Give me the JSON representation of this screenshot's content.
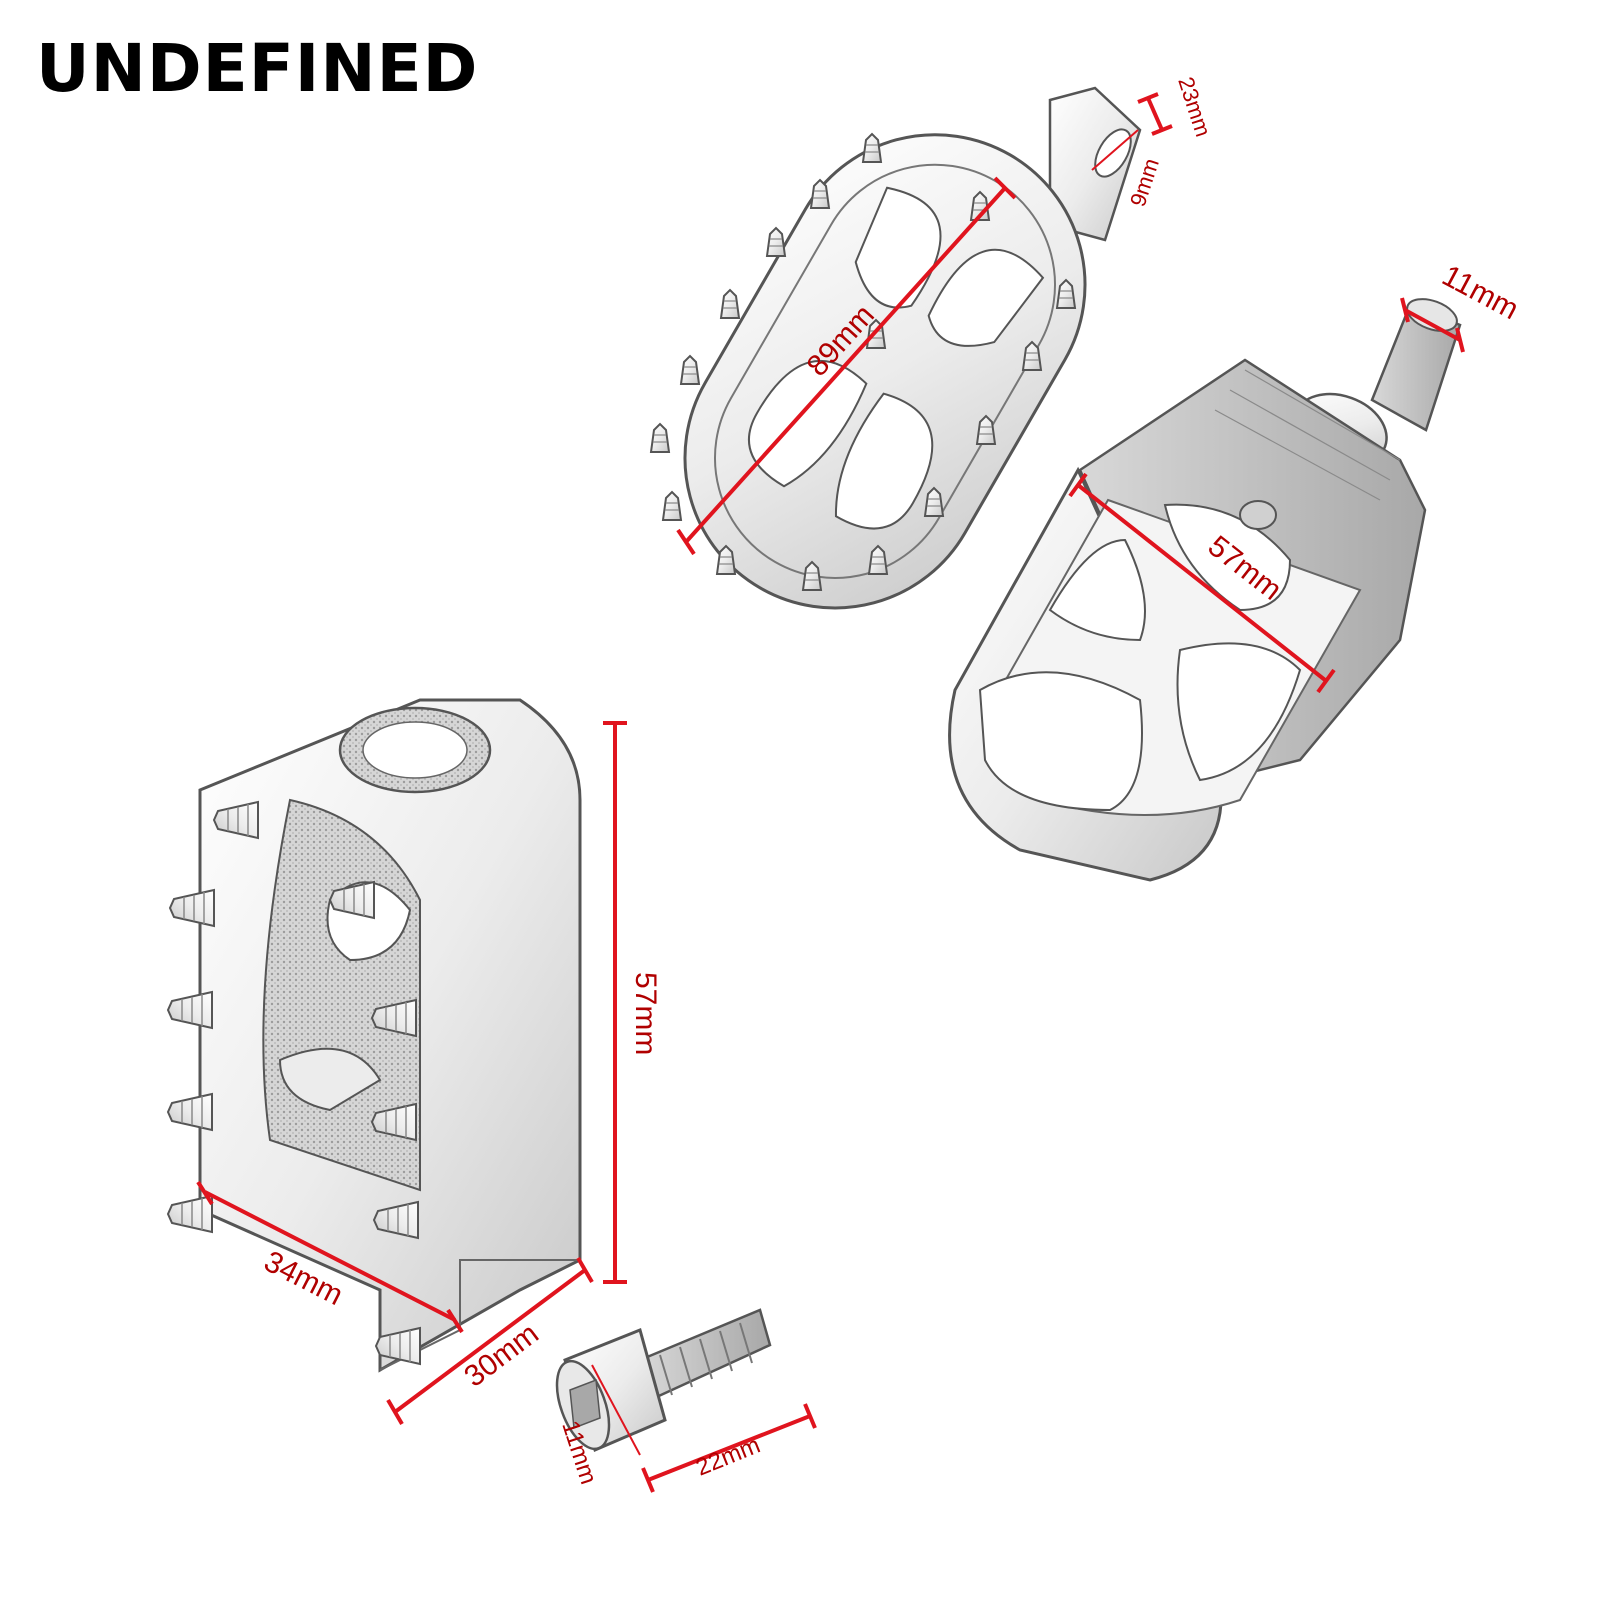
{
  "brand": {
    "name": "UNDEFINED"
  },
  "colors": {
    "dimension": "#e0141e",
    "dimension_dark": "#b00000",
    "outline": "#555555",
    "metal_light": "#f2f2f2",
    "metal_mid": "#cfcfcf",
    "metal_dark": "#9a9a9a",
    "brand_text": "#000000"
  },
  "dimensions": {
    "top_peg_length": "89mm",
    "top_peg_pin_length": "23mm",
    "top_peg_pin_hole": "9mm",
    "right_peg_width": "57mm",
    "right_peg_pin": "11mm",
    "bracket_height": "57mm",
    "bracket_width": "34mm",
    "bracket_depth": "30mm",
    "bolt_length": "22mm",
    "bolt_diameter": "11mm"
  }
}
